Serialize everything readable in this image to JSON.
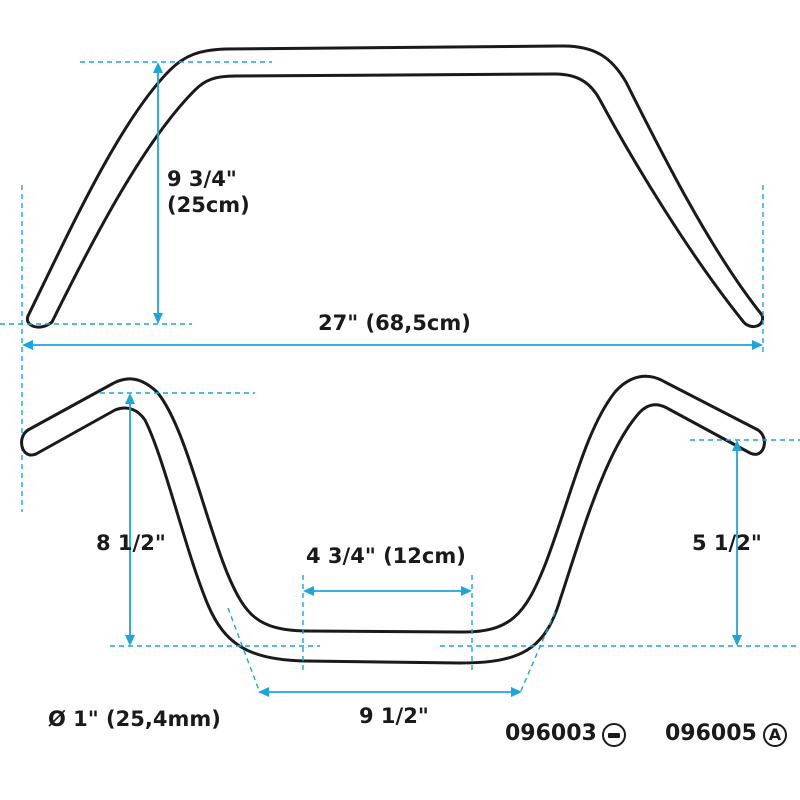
{
  "figure": {
    "top_bar": {
      "height_label": "9 3/4\"",
      "height_metric": "(25cm)",
      "width_label": "27\" (68,5cm)"
    },
    "bottom_bar": {
      "rise_label": "8 1/2\"",
      "center_width_label": "4 3/4\" (12cm)",
      "pullback_label": "5 1/2\"",
      "bottom_span_label": "9 1/2\""
    },
    "diameter_label": "Ø 1\" (25,4mm)",
    "part_numbers": [
      {
        "code": "096003",
        "badge": "minus"
      },
      {
        "code": "096005",
        "badge": "A"
      }
    ]
  },
  "colors": {
    "outline": "#1a1a1a",
    "dimension": "#1ba6dc"
  }
}
